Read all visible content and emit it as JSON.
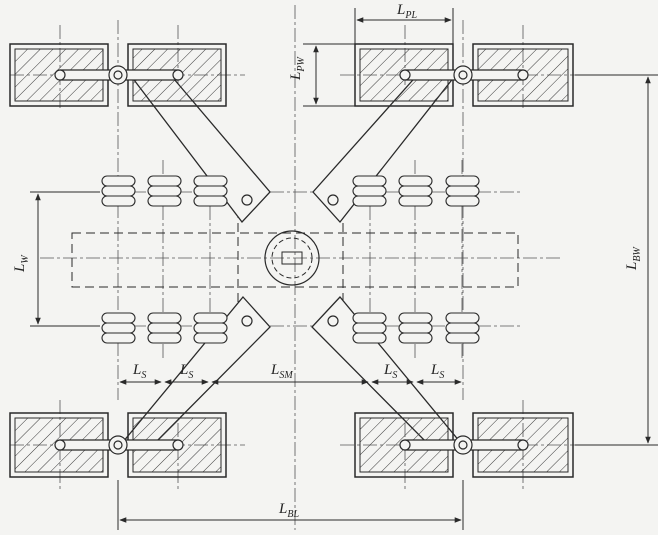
{
  "diagram": {
    "labels": {
      "pl": {
        "main": "L",
        "sub": "PL"
      },
      "pw": {
        "main": "L",
        "sub": "PW"
      },
      "bw": {
        "main": "L",
        "sub": "BW"
      },
      "w": {
        "main": "L",
        "sub": "W"
      },
      "s1": {
        "main": "L",
        "sub": "S"
      },
      "s2": {
        "main": "L",
        "sub": "S"
      },
      "sm": {
        "main": "L",
        "sub": "SM"
      },
      "s3": {
        "main": "L",
        "sub": "S"
      },
      "s4": {
        "main": "L",
        "sub": "S"
      },
      "bl": {
        "main": "L",
        "sub": "BL"
      }
    },
    "colors": {
      "line": "#2a2a2a",
      "hatch": "#3a3a3a",
      "background": "#f4f4f2"
    }
  }
}
